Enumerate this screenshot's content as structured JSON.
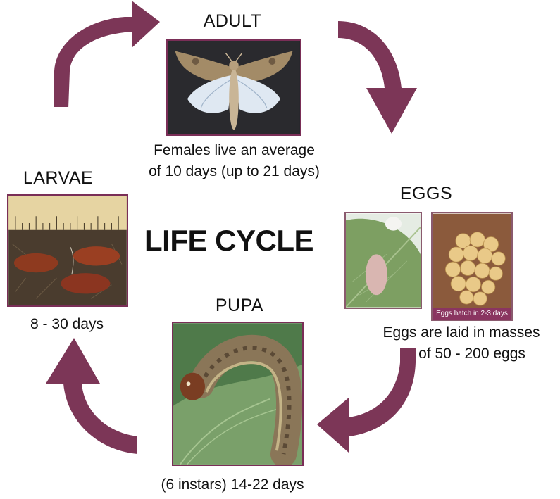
{
  "center_title": "LIFE CYCLE",
  "colors": {
    "arrow": "#7c3657",
    "photo_border": "#7a2e57",
    "text": "#111111"
  },
  "stages": {
    "adult": {
      "title": "ADULT",
      "caption_line1": "Females live an average",
      "caption_line2": "of 10 days (up to 21 days)",
      "image": "moth-photo"
    },
    "eggs": {
      "title": "EGGS",
      "caption_line1": "Eggs are laid in masses",
      "caption_line2": "of 50 - 200 eggs",
      "image_left": "egg-mass-on-leaf-photo",
      "image_right": "egg-cluster-photo",
      "image_right_label": "Eggs hatch in 2-3 days"
    },
    "pupa": {
      "title": "PUPA",
      "caption": "(6 instars) 14-22 days",
      "image": "caterpillar-on-leaf-photo"
    },
    "larvae": {
      "title": "LARVAE",
      "caption": "8 - 30 days",
      "image": "pupae-with-ruler-photo"
    }
  },
  "arrows": [
    "top-left-arrow",
    "top-right-arrow",
    "bottom-right-arrow",
    "bottom-left-arrow"
  ]
}
